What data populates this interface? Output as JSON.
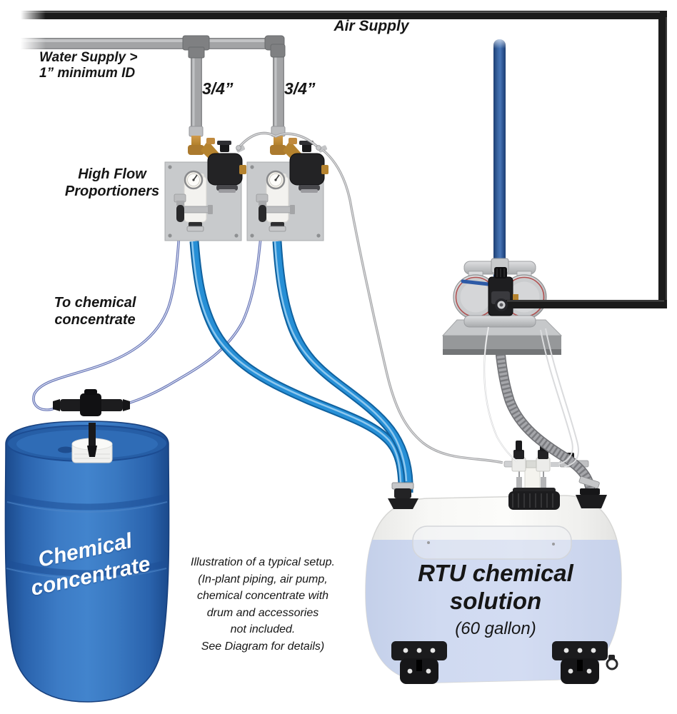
{
  "diagram": {
    "labels": {
      "air_supply": "Air Supply",
      "water_supply": [
        "Water Supply  >",
        "1” minimum ID"
      ],
      "pipe_size_left": "3/4”",
      "pipe_size_right": "3/4”",
      "proportioners": [
        "High Flow",
        "Proportioners"
      ],
      "to_chemical": [
        "To chemical",
        "concentrate"
      ],
      "drum": [
        "Chemical",
        "concentrate"
      ],
      "tank": [
        "RTU chemical",
        "solution"
      ],
      "tank_capacity": "(60 gallon)",
      "note": [
        "Illustration of a typical setup.",
        "(In-plant piping, air pump,",
        "chemical concentrate with",
        "drum and accessories",
        "not included.",
        "See Diagram for details)"
      ]
    },
    "colors": {
      "solution_hose_blue": "#2089d2",
      "air_hose_blue": "#3a66a4",
      "drum_blue": "#2a63ad",
      "tank_liquid": "#ccd7ef",
      "water_pipe_gray": "#a3a4a6",
      "air_pipe_black": "#1b1b1b",
      "brass": "#b5832f",
      "panel_steel": "#c8cacc"
    }
  }
}
